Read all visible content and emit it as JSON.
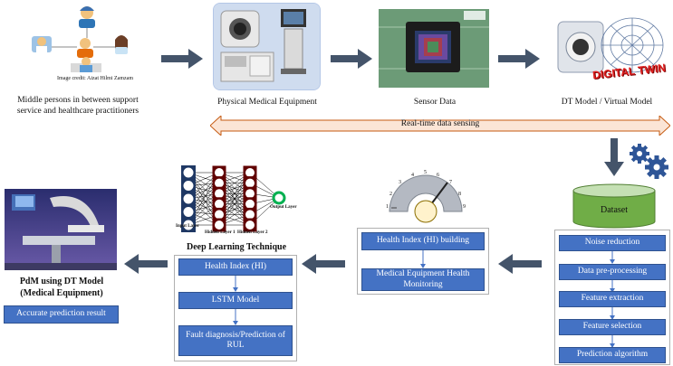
{
  "stage1": {
    "credit": "Image credit: Aizat Hilmi Zamzam",
    "caption": "Middle persons in between support service and healthcare practitioners"
  },
  "stage2": {
    "caption": "Physical Medical Equipment"
  },
  "stage3": {
    "caption": "Sensor Data"
  },
  "stage4": {
    "caption": "DT Model / Virtual Model",
    "overlay": "DIGITAL TWIN"
  },
  "sensing": {
    "label": "Real-time data sensing"
  },
  "dataset": {
    "label": "Dataset",
    "steps": [
      "Noise reduction",
      "Data pre-processing",
      "Feature extraction",
      "Feature selection",
      "Prediction algorithm"
    ]
  },
  "health": {
    "box1": "Health Index (HI) building",
    "box2": "Medical Equipment Health Monitoring",
    "gauge_ticks": [
      "1",
      "2",
      "3",
      "4",
      "5",
      "6",
      "7",
      "8",
      "9"
    ]
  },
  "deep": {
    "title": "Deep Learning Technique",
    "nn_labels": {
      "input": "Input Layer",
      "hidden1": "Hidden Layer 1",
      "hidden2": "Hidden Layer 2",
      "output": "Output Layer"
    },
    "steps": [
      "Health Index (HI)",
      "LSTM Model",
      "Fault diagnosis/Prediction of RUL"
    ]
  },
  "pdm": {
    "title": "PdM using DT Model (Medical Equipment)",
    "result": "Accurate prediction result"
  },
  "colors": {
    "box_blue": "#4472c4",
    "arrow_dark": "#44546a",
    "dataset_green": "#70ad47",
    "sensing_fill": "#fbe5d6",
    "sensing_stroke": "#c55a11"
  }
}
